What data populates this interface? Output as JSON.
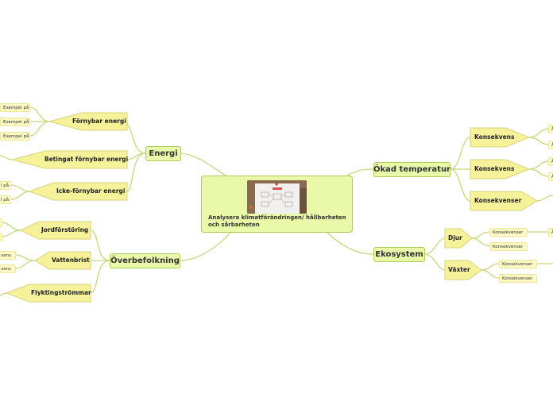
{
  "central": {
    "label": "Analysera klimatförändringen/ hållbarheten och sårbarheten",
    "image_icon": "photo-thumbnail"
  },
  "branches": {
    "energi": {
      "label": "Energi",
      "fornybar": {
        "label": "Förnybar energi",
        "examples": [
          "Exempel på",
          "Exempel på",
          "Exempel på"
        ]
      },
      "betingat": {
        "label": "Betingat förnybar energi"
      },
      "ickefornybar": {
        "label": "Icke-förnybar energi",
        "examples": [
          "l på",
          "l på"
        ]
      }
    },
    "overbefolkning": {
      "label": "Överbefolkning",
      "jordforstoring": {
        "label": "Jordförstöring"
      },
      "vattenbrist": {
        "label": "Vattenbrist",
        "items": [
          "vens",
          "vens"
        ]
      },
      "flyktingstrommar": {
        "label": "Flyktingströmmar"
      }
    },
    "temperatur": {
      "label": "Ökad temperatur",
      "k1": {
        "label": "Konsekvens",
        "items": [
          "Å",
          "Å"
        ]
      },
      "k2": {
        "label": "Konsekvens",
        "items": [
          "Å",
          "Å"
        ]
      },
      "k3": {
        "label": "Konsekvenser"
      }
    },
    "ekosystem": {
      "label": "Ekosystem",
      "djur": {
        "label": "Djur",
        "items": [
          "Konsekvenser",
          "Konsekvenser"
        ],
        "sub": "Å"
      },
      "vaxter": {
        "label": "Växter",
        "items": [
          "Konsekvenser",
          "Konsekvenser"
        ]
      }
    }
  },
  "colors": {
    "node_fill": "#e9f9a9",
    "node_border": "#a8cf55",
    "shape_fill": "#f5f29a",
    "shape_stroke": "#d9d37a",
    "leaf_fill": "#fdf9c4",
    "line": "#c4d97e"
  }
}
